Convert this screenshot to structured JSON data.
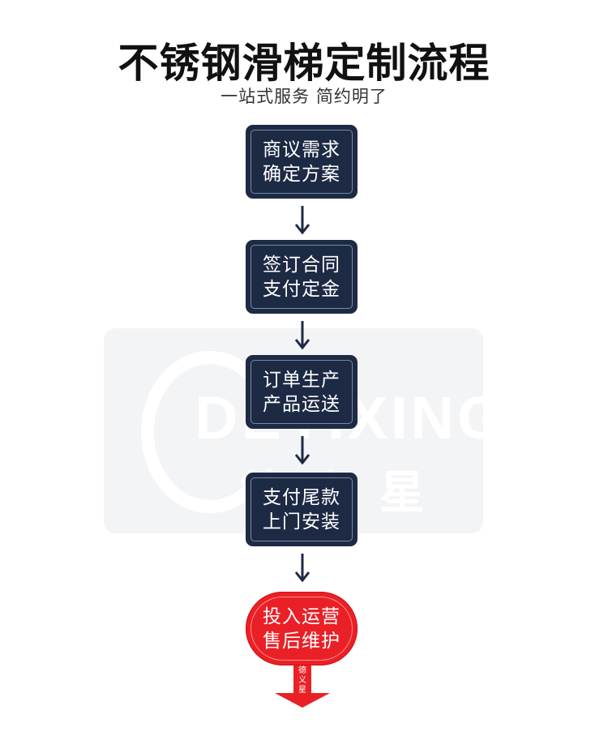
{
  "title": "不锈钢滑梯定制流程",
  "subtitle": "一站式服务  简约明了",
  "steps": [
    {
      "line1": "商议需求",
      "line2": "确定方案"
    },
    {
      "line1": "签订合同",
      "line2": "支付定金"
    },
    {
      "line1": "订单生产",
      "line2": "产品运送"
    },
    {
      "line1": "支付尾款",
      "line2": "上门安装"
    }
  ],
  "final_step": {
    "line1": "投入运营",
    "line2": "售后维护"
  },
  "tail_label": "德义星",
  "watermark": {
    "latin": "DEYIXING",
    "cjk": "德义星"
  },
  "colors": {
    "step_bg": "#1d2a44",
    "arrow": "#1d2a44",
    "final_bg": "#ea2027"
  }
}
